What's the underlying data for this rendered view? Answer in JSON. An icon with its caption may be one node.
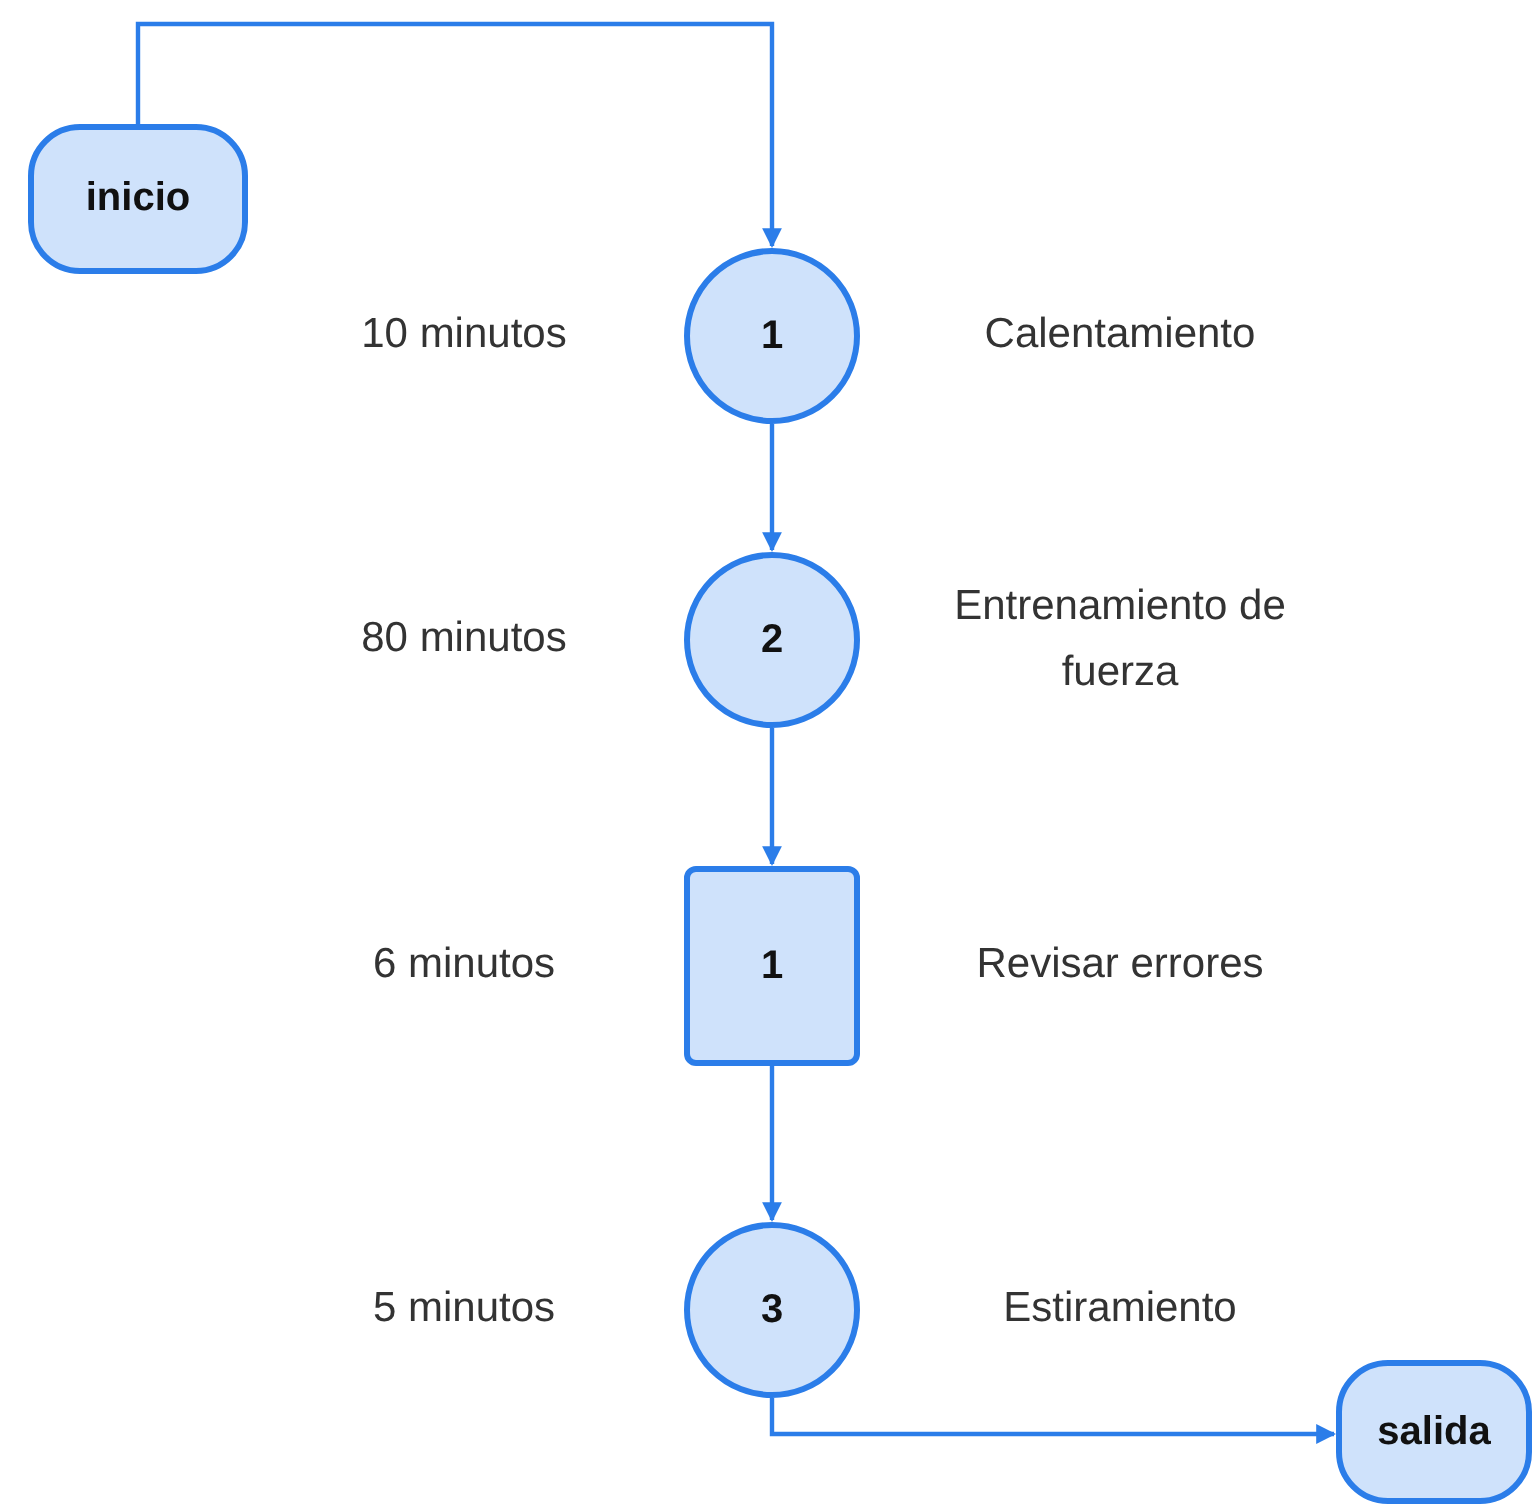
{
  "diagram": {
    "nodes": [
      {
        "text": [
          "inicio"
        ]
      },
      {
        "text": [
          "1"
        ],
        "beside": [
          "10 minutos",
          "Calentamiento"
        ]
      },
      {
        "text": [
          "2"
        ],
        "beside": [
          "80 minutos",
          "Entrenamiento de fuerza"
        ]
      },
      {
        "text": [
          "1"
        ],
        "beside": [
          "6 minutos",
          "Revisar errores"
        ]
      },
      {
        "text": [
          "3"
        ],
        "beside": [
          "5 minutos",
          "Estiramiento"
        ]
      },
      {
        "text": [
          "salida"
        ]
      }
    ],
    "edges": [
      {
        "from": 0,
        "to": 1,
        "arrow": "to"
      },
      {
        "from": 1,
        "to": 2,
        "arrow": "to"
      },
      {
        "from": 2,
        "to": 3,
        "arrow": "to"
      },
      {
        "from": 3,
        "to": 4,
        "arrow": "to"
      },
      {
        "from": 4,
        "to": 5,
        "arrow": "to"
      }
    ]
  }
}
